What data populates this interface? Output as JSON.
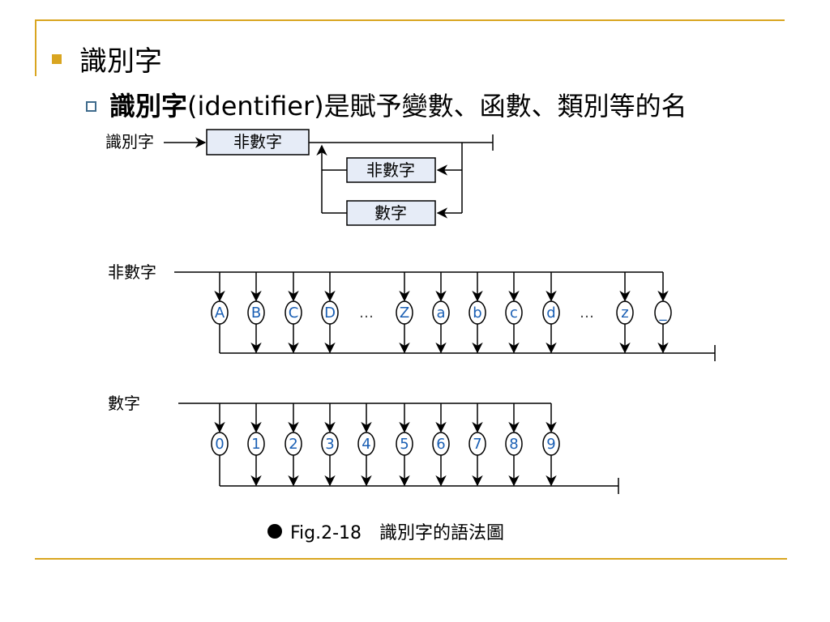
{
  "slide": {
    "heading": "識別字",
    "subbullet_bold": "識別字",
    "subbullet_rest": "(identifier)是賦予變數、函數、類別等的名",
    "caption": "Fig.2-18　識別字的語法圖"
  },
  "diagram": {
    "identifier": {
      "label": "識別字",
      "first_box": "非數字",
      "loop_boxes": [
        "非數字",
        "數字"
      ]
    },
    "nondigit": {
      "label": "非數字",
      "items": [
        "A",
        "B",
        "C",
        "D",
        "…",
        "Z",
        "a",
        "b",
        "c",
        "d",
        "…",
        "z",
        "_"
      ]
    },
    "digit": {
      "label": "數字",
      "items": [
        "0",
        "1",
        "2",
        "3",
        "4",
        "5",
        "6",
        "7",
        "8",
        "9"
      ]
    }
  },
  "colors": {
    "accent": "#d9a520",
    "oval_text": "#1a5fb4",
    "box_fill": "#e6ecf7"
  }
}
